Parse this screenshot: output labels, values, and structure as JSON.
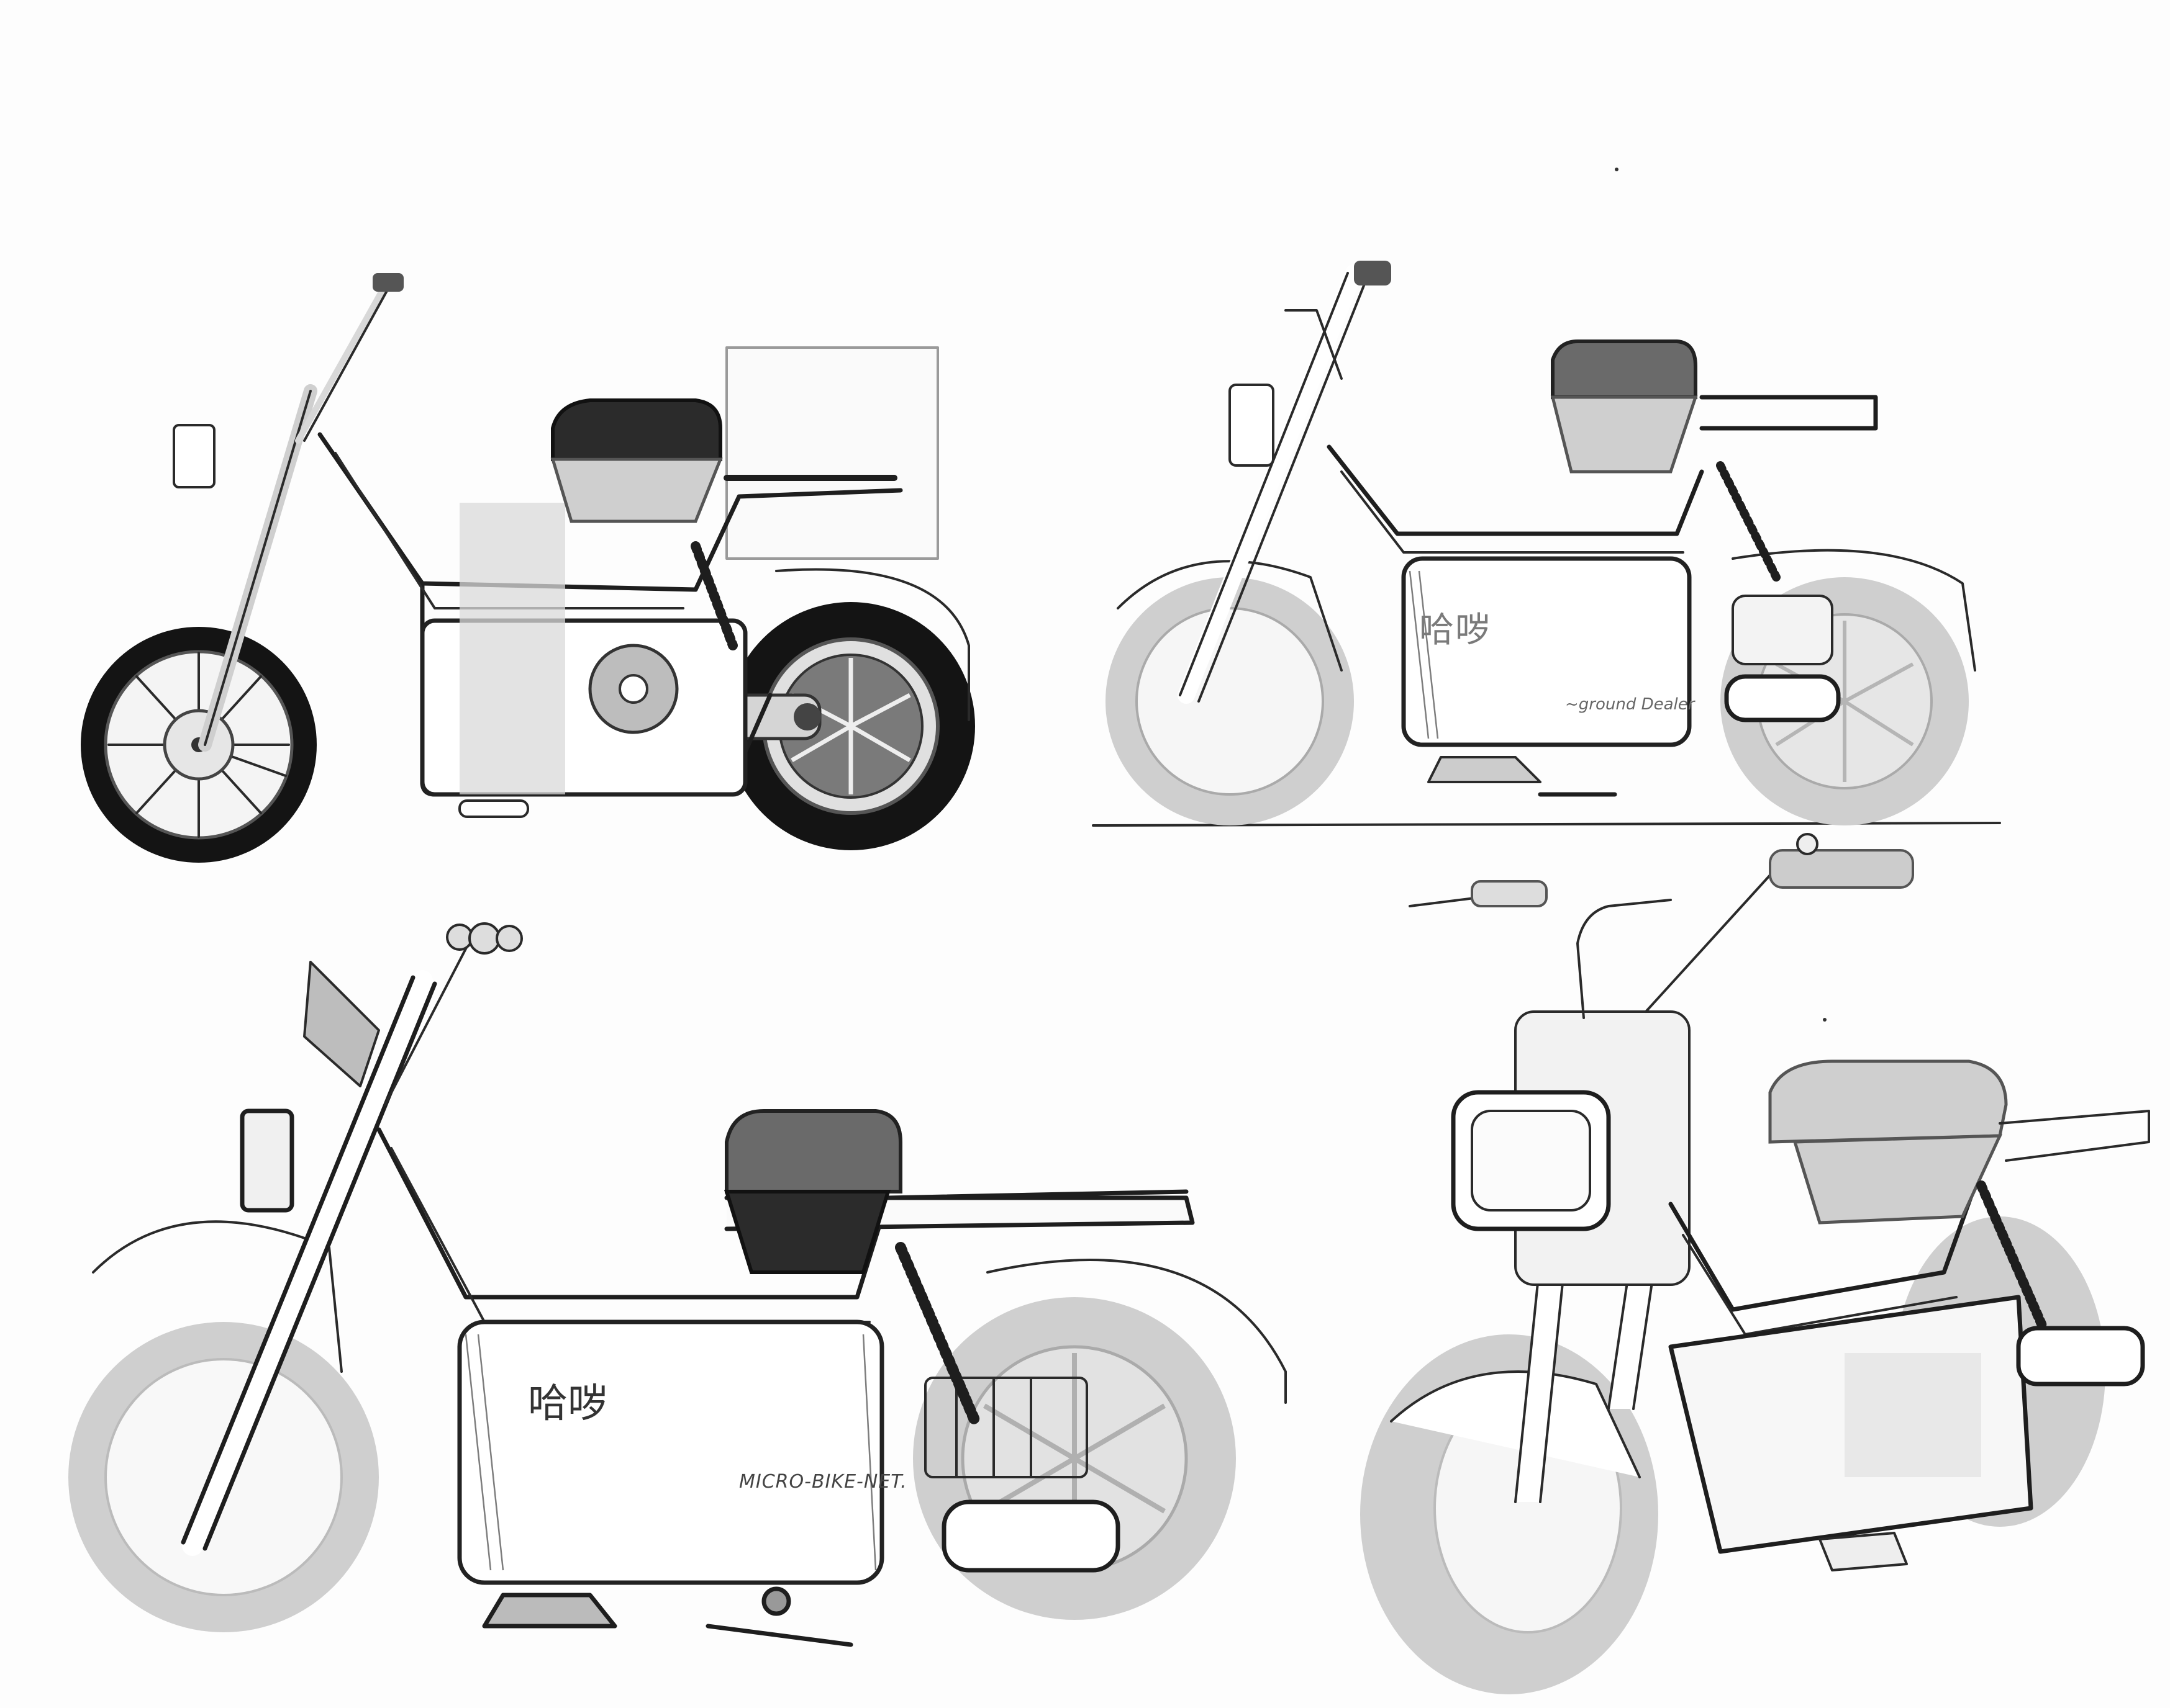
{
  "sheet": {
    "description": "Hand-drawn concept sketch sheet of four electric moped / micro-bike designs",
    "background_color": "#fdfdfd",
    "ink_color": "#1e1e1e"
  },
  "sketches": [
    {
      "position": "top-left",
      "view": "side view",
      "features": [
        "spoked front wheel with disc brake",
        "dark tires",
        "dark seat",
        "rear cargo box",
        "battery box with grey band",
        "rear shock spring"
      ],
      "labels": []
    },
    {
      "position": "top-right",
      "view": "side view on ground line",
      "features": [
        "grey tires",
        "rear rack",
        "fenders",
        "battery box"
      ],
      "labels": {
        "brand": "哈哕",
        "scribble": "~ground Dealer"
      }
    },
    {
      "position": "bottom-left",
      "view": "side view, large",
      "features": [
        "tall handlebar",
        "headlight",
        "dark seat",
        "long rear rack",
        "battery box",
        "rear cage rack",
        "kickstand"
      ],
      "labels": {
        "brand": "哈哕",
        "scribble": "MICRO-BIKE-NET."
      }
    },
    {
      "position": "bottom-right",
      "view": "three-quarter front view",
      "features": [
        "square headlight",
        "wide handlebars",
        "front fender",
        "rear shock",
        "rear rack",
        "battery box"
      ],
      "labels": []
    }
  ]
}
